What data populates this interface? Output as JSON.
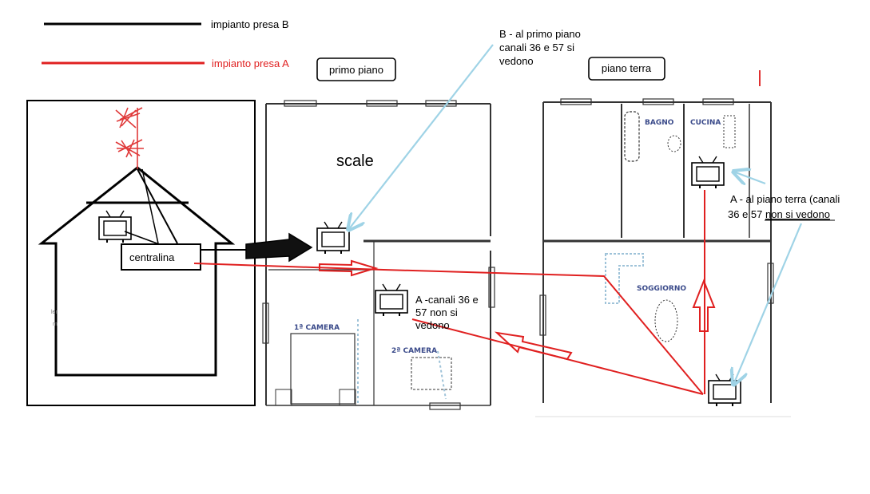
{
  "legend": {
    "black_label": "impianto presa B",
    "red_label": "impianto presa  A"
  },
  "titles": {
    "first_floor": "primo piano",
    "ground_floor": "piano terra"
  },
  "house": {
    "centralina_label": "centralina",
    "scribble": "ler\nm"
  },
  "first_floor": {
    "scale_label": "scale",
    "room1_label": "1ª CAMERA",
    "room2_label": "2ª CAMERA"
  },
  "ground_floor": {
    "bagno_label": "BAGNO",
    "cucina_label": "CUCINA",
    "soggiorno_label": "SOGGIORNO"
  },
  "annotations": {
    "b_note": [
      "B - al primo piano",
      "canali 36 e 57 si",
      "vedono"
    ],
    "a_first_note": [
      "A -canali 36 e",
      "57 non si",
      "vedono"
    ],
    "a_ground_note_line1": "A - al piano terra (canali",
    "a_ground_note_line2_prefix": "36 e 57 ",
    "a_ground_note_line2_underlined": "non si vedono"
  },
  "colors": {
    "black_line": "#000000",
    "red_line": "#e02020",
    "blue_arrow": "#9fd3e6",
    "antenna": "#e03a3a",
    "plan_walls": "#333333"
  },
  "icons": [
    "tv-icon",
    "antenna-icon",
    "arrow-icon"
  ]
}
